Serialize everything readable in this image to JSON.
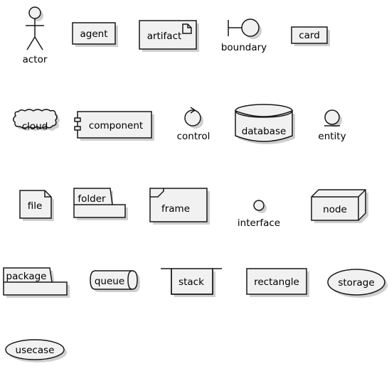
{
  "elements": {
    "actor": "actor",
    "agent": "agent",
    "artifact": "artifact",
    "boundary": "boundary",
    "card": "card",
    "cloud": "cloud",
    "component": "component",
    "control": "control",
    "database": "database",
    "entity": "entity",
    "file": "file",
    "folder": "folder",
    "frame": "frame",
    "interface": "interface",
    "node": "node",
    "package": "package",
    "queue": "queue",
    "stack": "stack",
    "rectangle": "rectangle",
    "storage": "storage",
    "usecase": "usecase"
  },
  "colors": {
    "fill": "#f1f1f1",
    "stroke": "#181818",
    "shadow": "#cfcfcf"
  }
}
